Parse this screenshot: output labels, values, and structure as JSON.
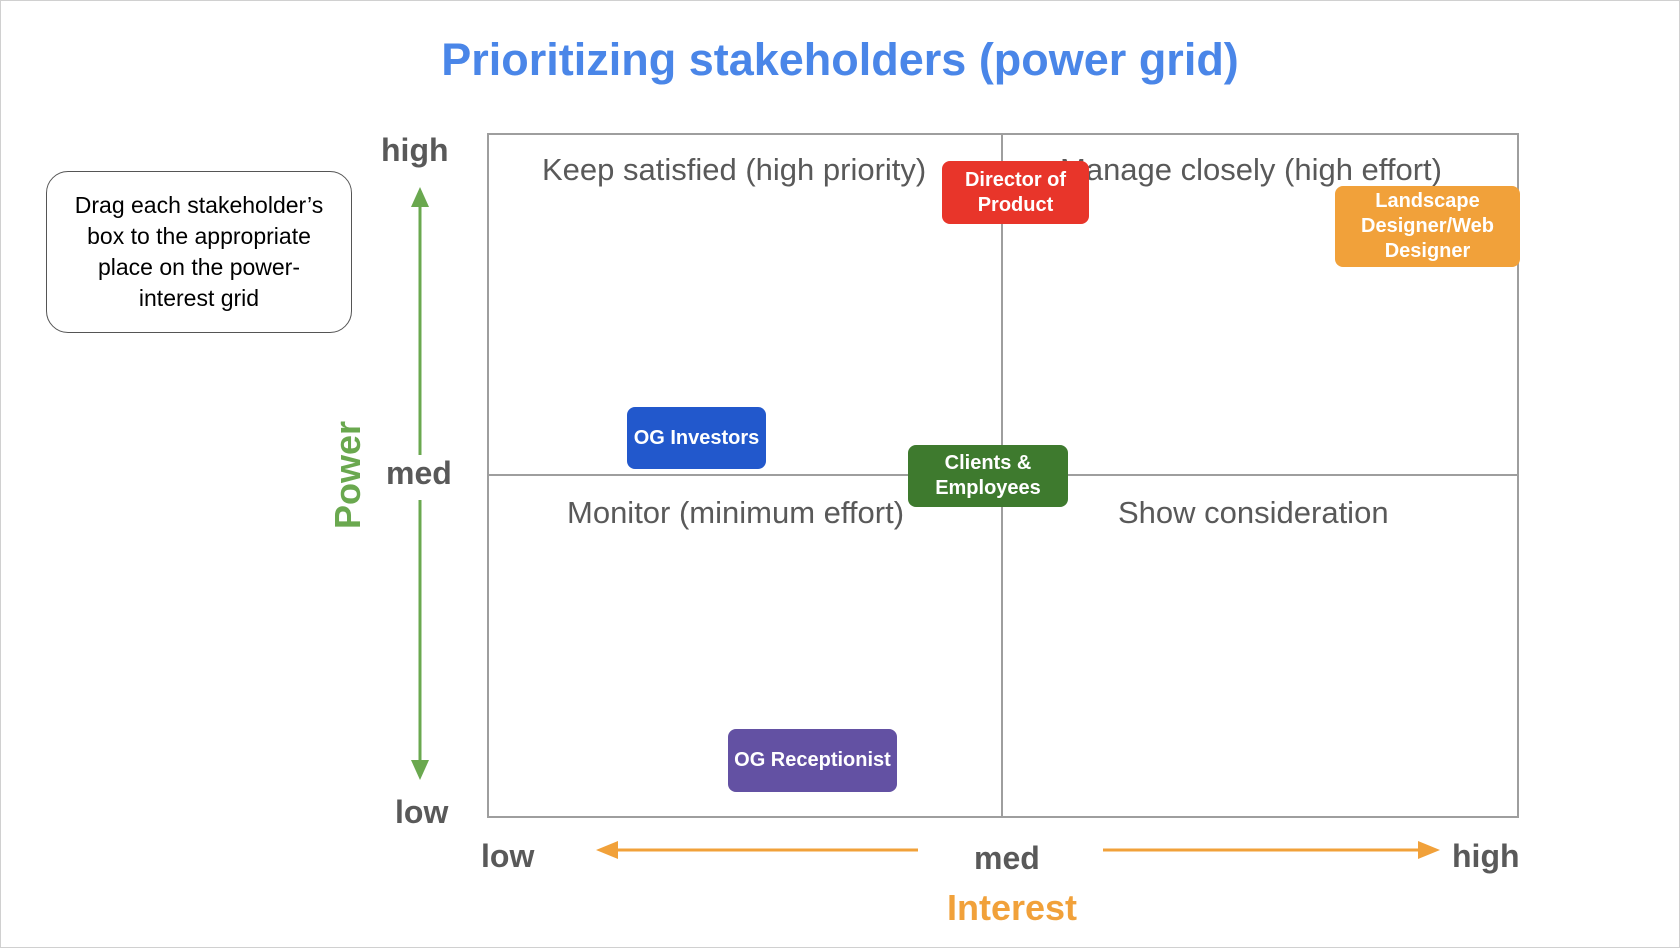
{
  "title": "Prioritizing stakeholders (power grid)",
  "instructions": "Drag each stakeholder’s box to the appropriate place on the power-interest grid",
  "quadrants": {
    "top_left": "Keep satisfied (high priority)",
    "top_right": "Manage closely (high effort)",
    "bottom_left": "Monitor (minimum effort)",
    "bottom_right": "Show consideration"
  },
  "power_axis": {
    "title": "Power",
    "high": "high",
    "med": "med",
    "low": "low",
    "color": "#6aa84f"
  },
  "interest_axis": {
    "title": "Interest",
    "low": "low",
    "med": "med",
    "high": "high",
    "color": "#f1a13a"
  },
  "stakeholders": [
    {
      "id": "director",
      "label": "Director of Product",
      "color": "#e8352a",
      "interest": "med",
      "power": "high"
    },
    {
      "id": "landscape",
      "label": "Landscape Designer/Web Designer",
      "color": "#f1a13a",
      "interest": "high",
      "power": "high"
    },
    {
      "id": "investors",
      "label": "OG Investors",
      "color": "#2258cc",
      "interest": "low",
      "power": "med"
    },
    {
      "id": "clients",
      "label": "Clients & Employees",
      "color": "#3e7a2e",
      "interest": "med",
      "power": "med"
    },
    {
      "id": "receptionist",
      "label": "OG Receptionist",
      "color": "#6351a3",
      "interest": "low",
      "power": "low"
    }
  ]
}
